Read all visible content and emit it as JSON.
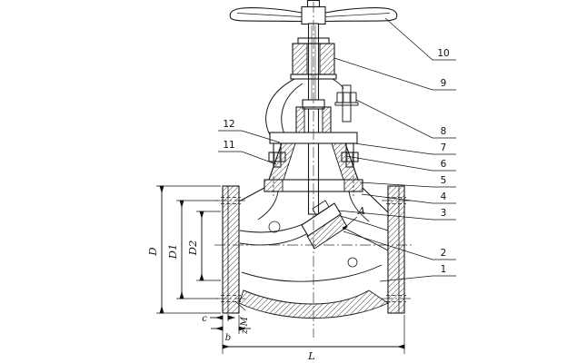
{
  "callouts": {
    "right": [
      "10",
      "9",
      "8",
      "7",
      "6",
      "5",
      "4",
      "3",
      "2",
      "1"
    ],
    "left": [
      "12",
      "11"
    ]
  },
  "dimensions": {
    "D": "D",
    "D1": "D1",
    "D2": "D2",
    "L": "L",
    "b": "b",
    "c": "c",
    "boltSpec": "z-M"
  },
  "annotations": {
    "sectionA": "A"
  },
  "colors": {
    "line": "#1a1a1a",
    "background": "#ffffff"
  }
}
